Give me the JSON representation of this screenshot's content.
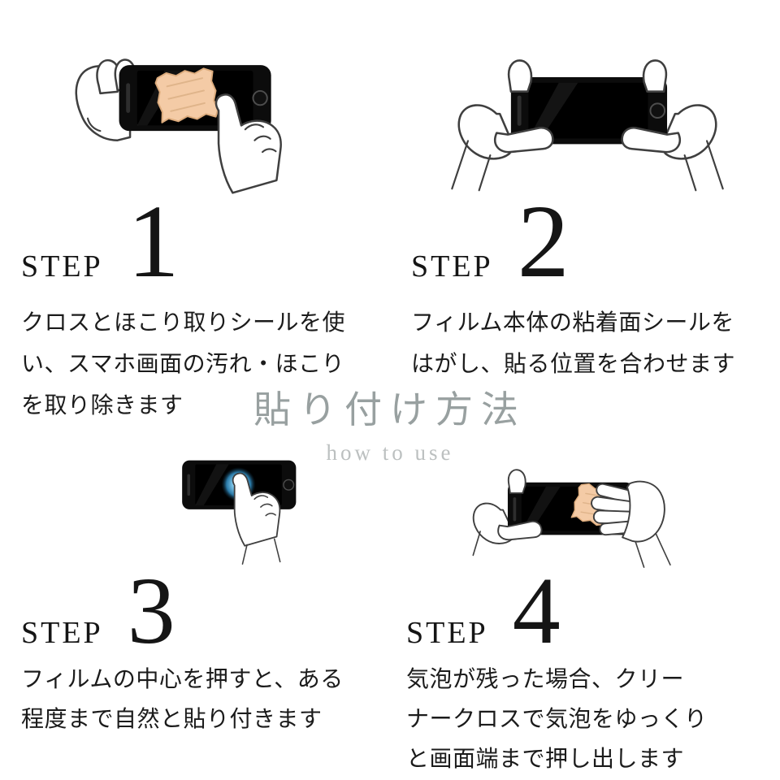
{
  "page": {
    "title": "貼り付け方法",
    "subtitle": "how to use"
  },
  "steps": [
    {
      "label": "STEP",
      "number": "1",
      "illustration": "hands-cleaning-phone-screen-with-cloth",
      "lines": [
        "クロスとほこり取りシールを使",
        "い、スマホ画面の汚れ・ほこり",
        "を取り除きます"
      ]
    },
    {
      "label": "STEP",
      "number": "2",
      "illustration": "two-hands-aligning-film-on-phone",
      "lines": [
        "フィルム本体の粘着面シールを",
        "はがし、貼る位置を合わせます"
      ]
    },
    {
      "label": "STEP",
      "number": "3",
      "illustration": "finger-pressing-center-of-screen",
      "lines": [
        "フィルムの中心を押すと、ある",
        "程度まで自然と貼り付きます"
      ]
    },
    {
      "label": "STEP",
      "number": "4",
      "illustration": "hand-squeezing-out-bubbles-with-cloth",
      "lines": [
        "気泡が残った場合、クリー",
        "ナークロスで気泡をゆっくり",
        "と画面端まで押し出します"
      ]
    }
  ],
  "colors": {
    "background": "#ffffff",
    "text": "#1b1b1b",
    "title_gray": "#98a0a0",
    "subtitle_gray": "#bcc0c0",
    "phone_black": "#0c0c0c",
    "cloth_peach": "#f4cba6",
    "press_glow_blue": "#7cc4e8"
  }
}
